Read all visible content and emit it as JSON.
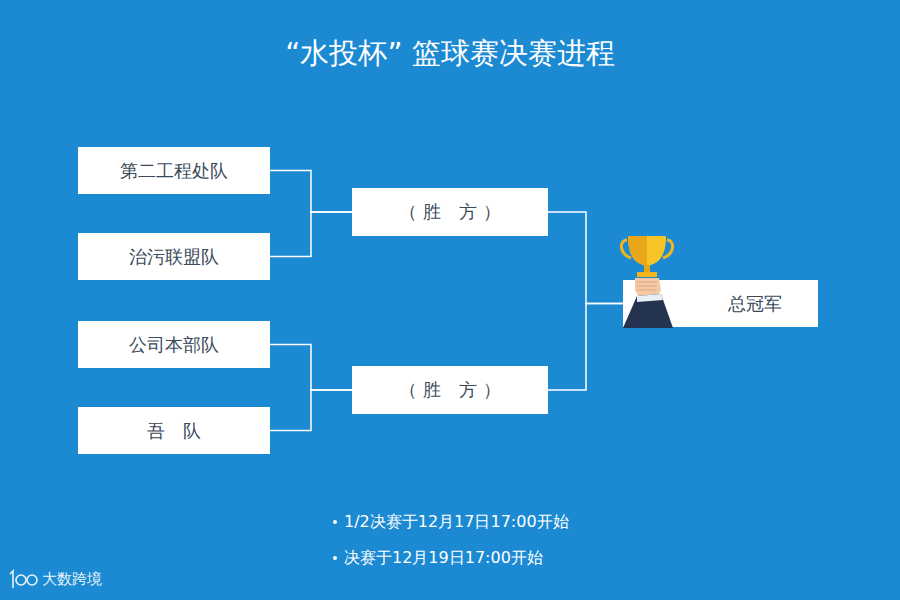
{
  "diagram": {
    "title": "“水投杯” 篮球赛决赛进程",
    "nodes": [
      {
        "text": [
          "第二工程处队"
        ]
      },
      {
        "text": [
          "治污联盟队"
        ]
      },
      {
        "text": [
          "（ 胜　方 ）"
        ]
      },
      {
        "text": [
          "公司本部队"
        ]
      },
      {
        "text": [
          "吾　队"
        ]
      },
      {
        "text": [
          "（ 胜　方 ）"
        ]
      },
      {
        "text": [
          "总冠军"
        ]
      }
    ],
    "edges": [
      {
        "from": 0,
        "to": 2,
        "arrow": "none"
      },
      {
        "from": 1,
        "to": 2,
        "arrow": "none"
      },
      {
        "from": 3,
        "to": 5,
        "arrow": "none"
      },
      {
        "from": 4,
        "to": 5,
        "arrow": "none"
      },
      {
        "from": 2,
        "to": 6,
        "arrow": "none"
      },
      {
        "from": 5,
        "to": 6,
        "arrow": "none"
      }
    ],
    "labels": [
      "1/2决赛于12月17日17:00开始",
      "决赛于12月19日17:00开始",
      "大数跨境"
    ]
  }
}
